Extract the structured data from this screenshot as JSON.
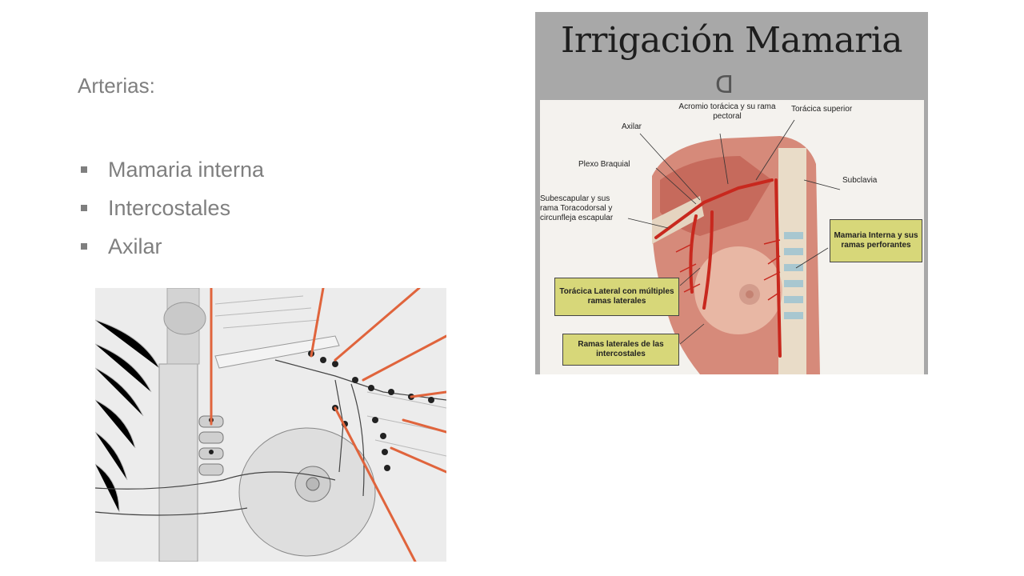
{
  "slide": {
    "heading": "Arterias:",
    "bullets": [
      {
        "label": "Mamaria interna"
      },
      {
        "label": "Intercostales"
      },
      {
        "label": "Axilar"
      }
    ],
    "text_color": "#7f7f7f"
  },
  "figure": {
    "title": "Irrigación Mamaria",
    "labels": {
      "acromio": "Acromio torácica y su rama pectoral",
      "toracica_superior": "Torácica superior",
      "axilar": "Axilar",
      "plexo": "Plexo Braquial",
      "subclavia": "Subclavia",
      "subescapular": "Subescapular y sus rama Toracodorsal y circunfleja escapular",
      "mamaria_interna": "Mamaria Interna y sus ramas perforantes",
      "toracica_lateral": "Torácica Lateral con múltiples ramas laterales",
      "ramas_intercostales": "Ramas laterales de las intercostales"
    },
    "box_color": "#d7d779",
    "artery_color": "#c8281e"
  }
}
